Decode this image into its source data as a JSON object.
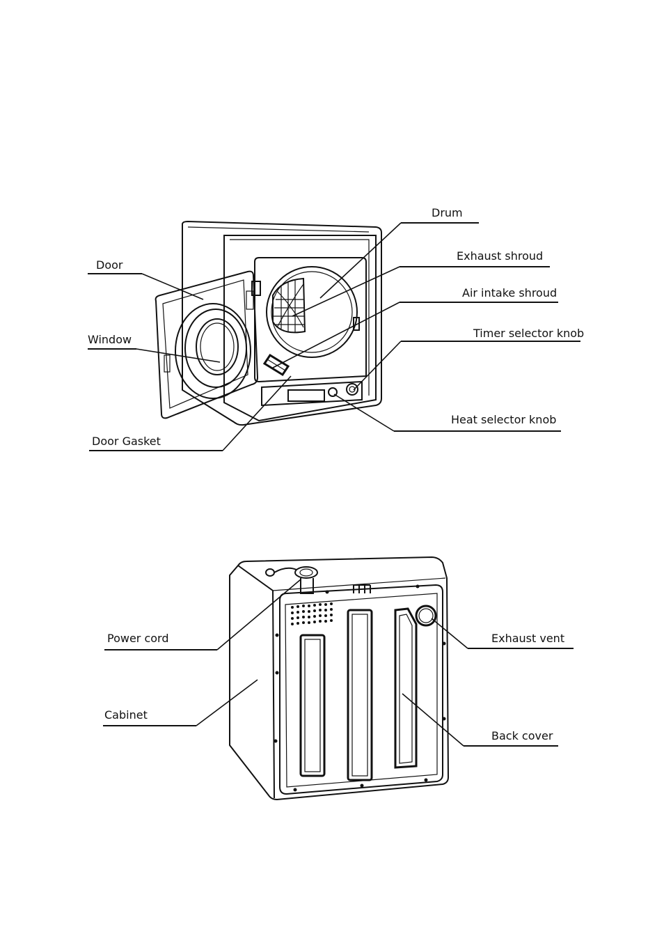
{
  "front_view": {
    "labels": {
      "drum": "Drum",
      "exhaust_shroud": "Exhaust  shroud",
      "door": "Door",
      "air_intake_shroud": "Air intake shroud",
      "window": "Window",
      "timer_selector_knob": "Timer selector knob",
      "heat_selector_knob": "Heat selector knob",
      "door_gasket": "Door Gasket"
    }
  },
  "back_view": {
    "labels": {
      "power_cord": "Power cord",
      "exhaust_vent": "Exhaust vent",
      "cabinet": "Cabinet",
      "back_cover": "Back cover"
    }
  },
  "colors": {
    "ink": "#111111",
    "background": "#ffffff"
  }
}
